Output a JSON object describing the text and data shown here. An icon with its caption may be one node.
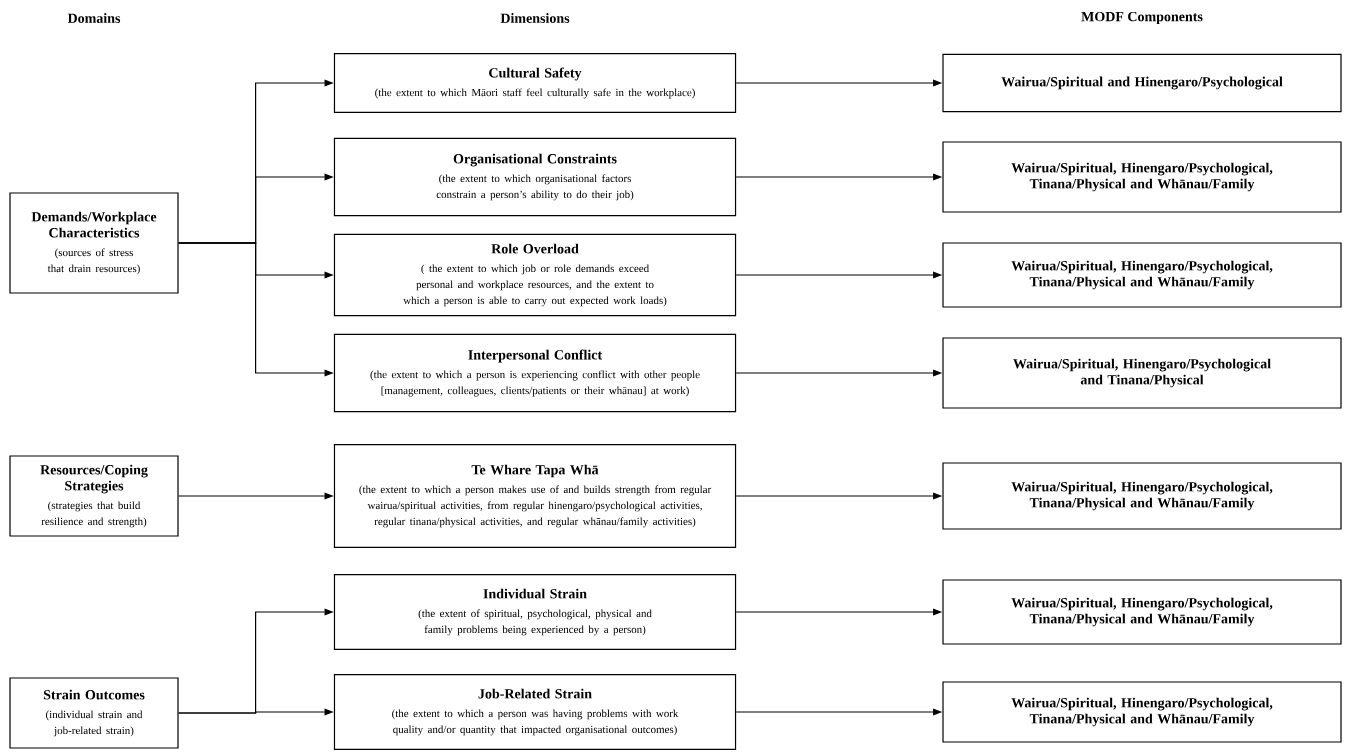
{
  "diagram": {
    "nodes": [
      {
        "text": [
          "Demands/Workplace Characteristics",
          "(sources of stress that drain resources)"
        ]
      },
      {
        "text": [
          "Resources/Coping Strategies",
          "(strategies that build resilience and strength)"
        ]
      },
      {
        "text": [
          "Strain Outcomes",
          "(individual strain and job-related strain)"
        ]
      },
      {
        "text": [
          "Cultural Safety",
          "(the extent to which Māori staff feel culturally safe in the workplace)"
        ]
      },
      {
        "text": [
          "Organisational Constraints",
          "(the extent to which organisational factors constrain a person’s ability to do their job)"
        ]
      },
      {
        "text": [
          "Role Overload",
          "( the extent to which job or role demands exceed personal and workplace resources, and the extent to which a person is able to carry out expected work loads)"
        ]
      },
      {
        "text": [
          "Interpersonal Conflict",
          "(the extent to which a person is experiencing conflict with other people [management, colleagues, clients/patients or their whānau] at work)"
        ]
      },
      {
        "text": [
          "Te Whare Tapa Whā",
          "(the extent to which a person makes use of and builds strength from regular wairua/spiritual activities, from regular hinengaro/psychological activities, regular tinana/physical activities, and regular whānau/family activities)"
        ]
      },
      {
        "text": [
          "Individual Strain",
          "(the extent of spiritual, psychological, physical and family problems being experienced by a person)"
        ]
      },
      {
        "text": [
          "Job-Related Strain",
          "(the extent to which a person was having problems with work quality and/or quantity that impacted organisational outcomes)"
        ]
      },
      {
        "text": [
          "Wairua/Spiritual and Hinengaro/Psychological"
        ]
      },
      {
        "text": [
          "Wairua/Spiritual, Hinengaro/Psychological, Tinana/Physical and Whānau/Family"
        ]
      },
      {
        "text": [
          "Wairua/Spiritual, Hinengaro/Psychological, Tinana/Physical and Whānau/Family"
        ]
      },
      {
        "text": [
          "Wairua/Spiritual, Hinengaro/Psychological and Tinana/Physical"
        ]
      },
      {
        "text": [
          "Wairua/Spiritual, Hinengaro/Psychological, Tinana/Physical and Whānau/Family"
        ]
      },
      {
        "text": [
          "Wairua/Spiritual, Hinengaro/Psychological, Tinana/Physical and Whānau/Family"
        ]
      },
      {
        "text": [
          "Wairua/Spiritual, Hinengaro/Psychological, Tinana/Physical and Whānau/Family"
        ]
      }
    ],
    "edges": [
      {
        "from": 0,
        "to": 3,
        "arrow": "to"
      },
      {
        "from": 0,
        "to": 4,
        "arrow": "to"
      },
      {
        "from": 0,
        "to": 5,
        "arrow": "to"
      },
      {
        "from": 0,
        "to": 6,
        "arrow": "to"
      },
      {
        "from": 1,
        "to": 7,
        "arrow": "to"
      },
      {
        "from": 2,
        "to": 8,
        "arrow": "to"
      },
      {
        "from": 2,
        "to": 9,
        "arrow": "to"
      },
      {
        "from": 3,
        "to": 10,
        "arrow": "to"
      },
      {
        "from": 4,
        "to": 11,
        "arrow": "to"
      },
      {
        "from": 5,
        "to": 12,
        "arrow": "to"
      },
      {
        "from": 6,
        "to": 13,
        "arrow": "to"
      },
      {
        "from": 7,
        "to": 14,
        "arrow": "to"
      },
      {
        "from": 8,
        "to": 15,
        "arrow": "to"
      },
      {
        "from": 9,
        "to": 16,
        "arrow": "to"
      }
    ],
    "labels": [
      "Domains",
      "Dimensions",
      "MODF Components"
    ]
  }
}
